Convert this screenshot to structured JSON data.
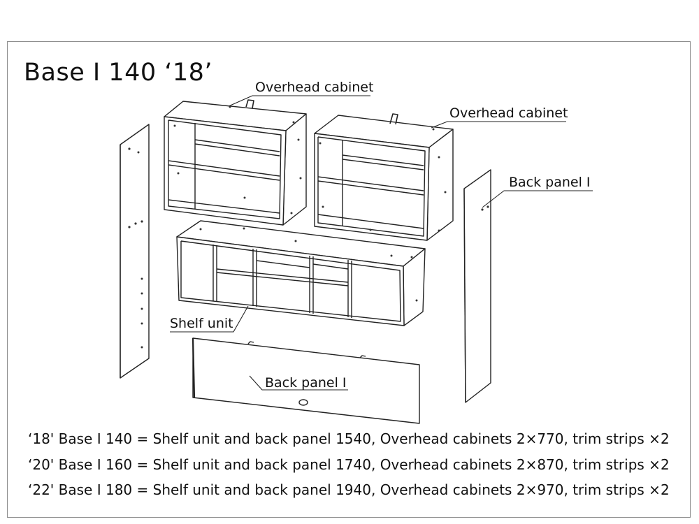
{
  "title": "Base I 140  ‘18’",
  "labels": {
    "overhead_left": "Overhead cabinet",
    "overhead_right": "Overhead cabinet",
    "back_panel_side": "Back panel I",
    "shelf_unit": "Shelf unit",
    "back_panel_front": "Back panel I"
  },
  "specs": [
    "‘18' Base I 140 = Shelf unit and back panel 1540, Overhead cabinets 2×770, trim strips ×2",
    "‘20' Base I 160 = Shelf unit and back panel 1740, Overhead cabinets 2×870, trim strips ×2",
    "‘22' Base I 180 = Shelf unit and back panel 1940, Overhead cabinets 2×970, trim strips ×2"
  ]
}
